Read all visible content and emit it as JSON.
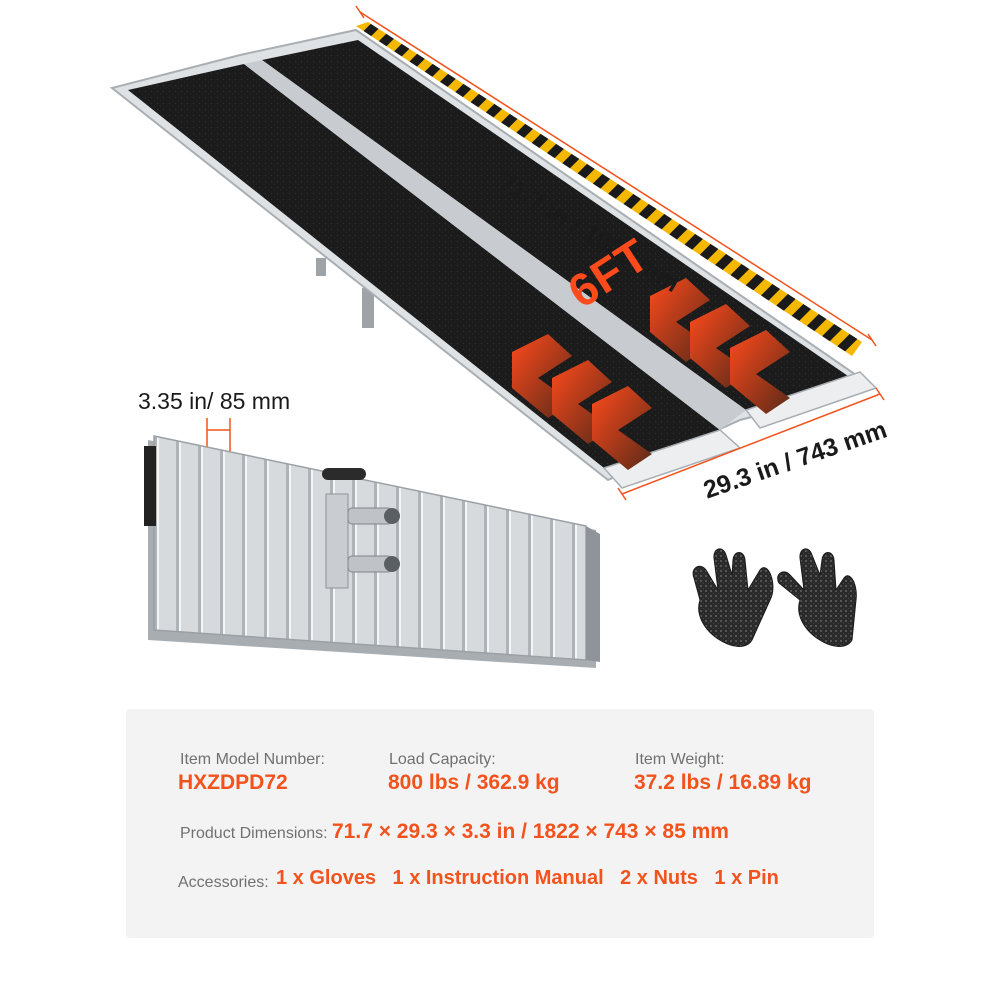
{
  "dimensions": {
    "length": "71.7 in / 1822 mm",
    "width": "29.3 in / 743 mm",
    "height": "3.35 in/ 85 mm",
    "badge": "6FT"
  },
  "specs": {
    "model_label": "Item Model Number:",
    "model_value": "HXZDPD72",
    "capacity_label": "Load Capacity:",
    "capacity_value": "800 lbs / 362.9 kg",
    "weight_label": "Item Weight:",
    "weight_value": "37.2 lbs / 16.89 kg",
    "dimensions_label": "Product Dimensions:",
    "dimensions_value": "71.7 × 29.3 × 3.3 in / 1822 × 743 × 85 mm",
    "accessories_label": "Accessories:",
    "accessories": [
      "1 x Gloves",
      "1 x Instruction Manual",
      "2 x Nuts",
      "1 x Pin"
    ]
  },
  "colors": {
    "accent": "#f2531d",
    "panel": "#f3f3f3",
    "grip": "#1c1c1c",
    "aluminum": "#d9dcdf",
    "hazard_yellow": "#f5b800"
  },
  "icons": [
    "ramp-unfolded-image",
    "ramp-folded-image",
    "gloves-image",
    "chevron-arrow-icon"
  ]
}
